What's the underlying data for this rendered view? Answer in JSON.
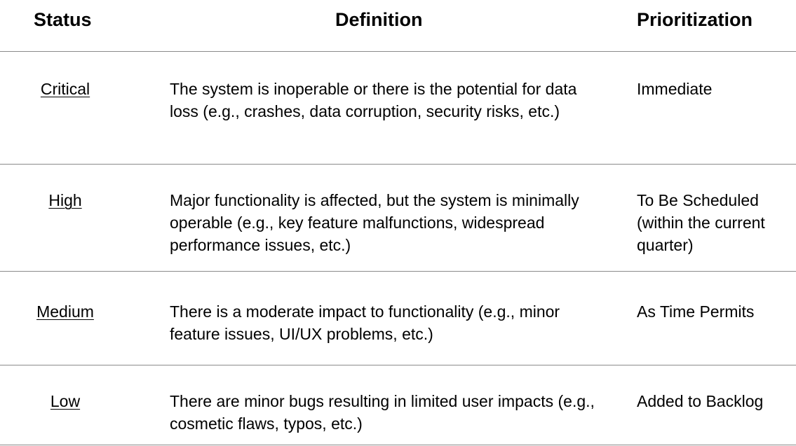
{
  "header": {
    "status": "Status",
    "definition": "Definition",
    "prioritization": "Prioritization"
  },
  "rows": [
    {
      "status": "Critical",
      "definition": "The system is inoperable or there is the potential for data loss (e.g., crashes, data corruption, security risks, etc.)",
      "prioritization": "Immediate"
    },
    {
      "status": "High",
      "definition": "Major functionality is affected, but the system is minimally operable (e.g., key feature malfunctions, widespread performance issues, etc.)",
      "prioritization": "To Be Scheduled (within the current quarter)"
    },
    {
      "status": "Medium",
      "definition": "There is a moderate impact to functionality (e.g., minor feature issues, UI/UX problems, etc.)",
      "prioritization": "As Time Permits"
    },
    {
      "status": "Low",
      "definition": "There are minor bugs resulting in limited user impacts (e.g., cosmetic flaws, typos, etc.)",
      "prioritization": "Added to Backlog"
    }
  ]
}
